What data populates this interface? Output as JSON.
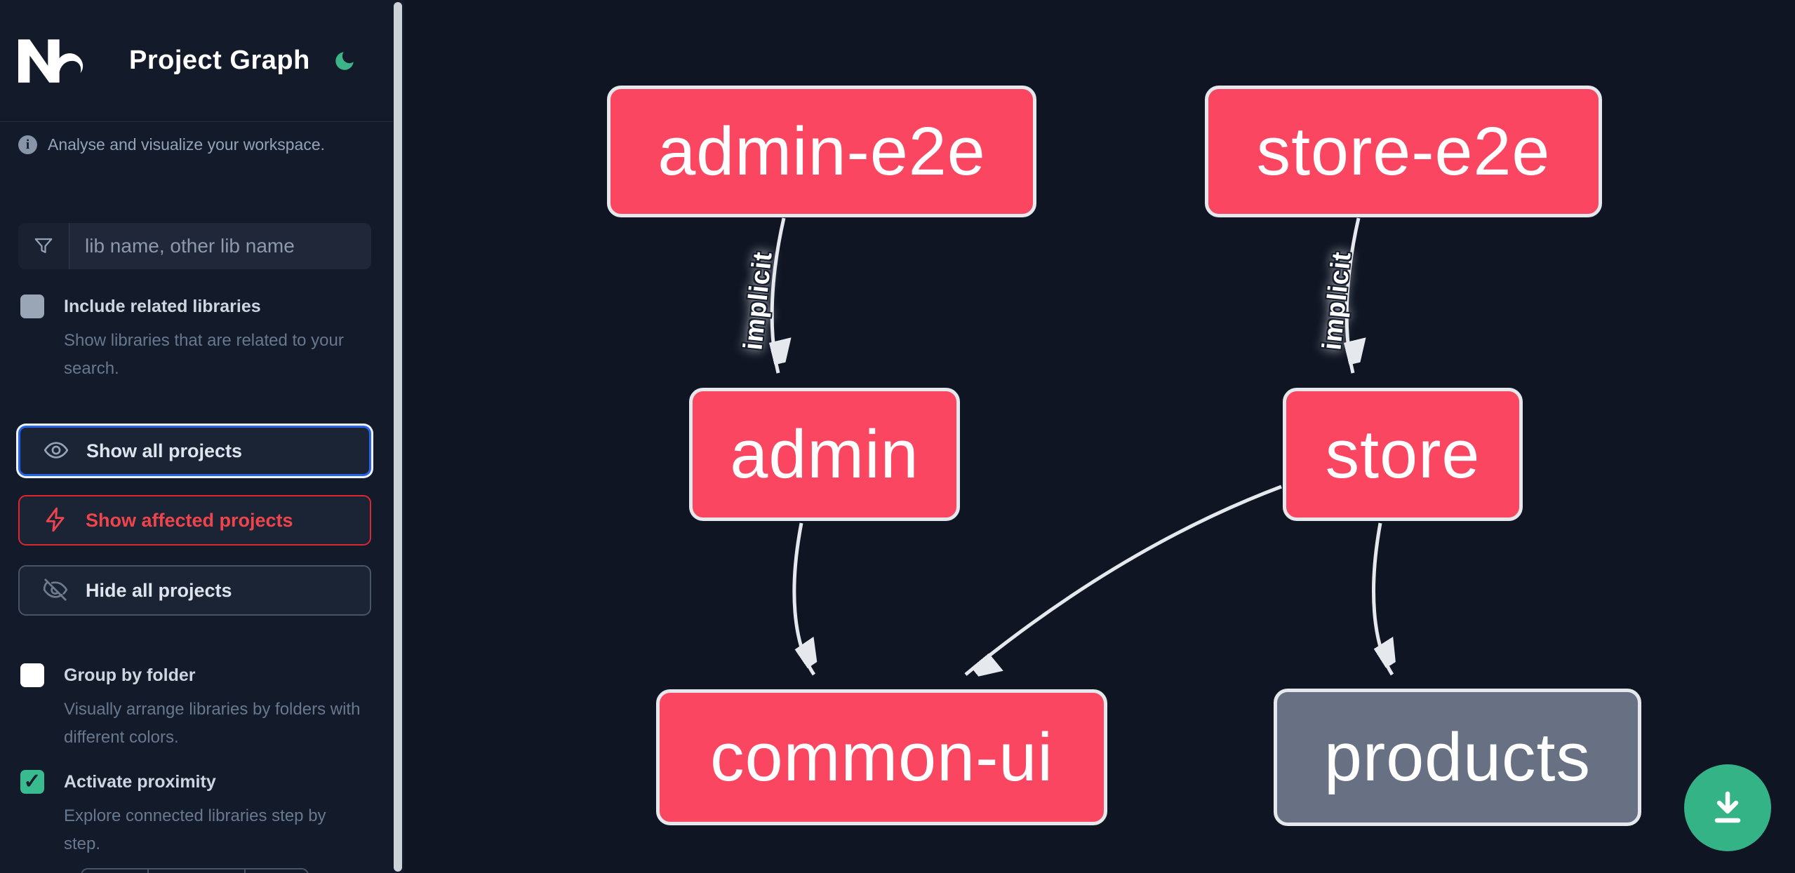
{
  "app": {
    "title": "Project Graph"
  },
  "sidebar": {
    "tagline": "Analyse and visualize your workspace.",
    "search": {
      "placeholder": "lib name, other lib name"
    },
    "actions": [
      {
        "label": "Show all projects",
        "icon": "eye-icon",
        "state": "focused"
      },
      {
        "label": "Show affected projects",
        "icon": "bolt-icon",
        "state": "danger"
      },
      {
        "label": "Hide all projects",
        "icon": "eye-off-icon",
        "state": "default"
      }
    ],
    "toggles": [
      {
        "label": "Include related libraries",
        "description": "Show libraries that are related to your search.",
        "checked": false
      },
      {
        "label": "Group by folder",
        "description": "Visually arrange libraries by folders with different colors.",
        "checked": false
      },
      {
        "label": "Activate proximity",
        "description": "Explore connected libraries step by step.",
        "checked": true
      }
    ]
  },
  "graph": {
    "nodes": [
      {
        "label": "admin-e2e",
        "state": "affected"
      },
      {
        "label": "store-e2e",
        "state": "affected"
      },
      {
        "label": "admin",
        "state": "affected"
      },
      {
        "label": "store",
        "state": "affected"
      },
      {
        "label": "common-ui",
        "state": "affected"
      },
      {
        "label": "products",
        "state": "not-affected"
      }
    ],
    "edges": [
      {
        "from": "admin-e2e",
        "to": "admin",
        "label": "implicit"
      },
      {
        "from": "store-e2e",
        "to": "store",
        "label": "implicit"
      },
      {
        "from": "admin",
        "to": "common-ui",
        "label": ""
      },
      {
        "from": "store",
        "to": "common-ui",
        "label": ""
      },
      {
        "from": "store",
        "to": "products",
        "label": ""
      }
    ]
  },
  "fab": {
    "icon": "download-icon"
  },
  "colors": {
    "canvas_bg": "#0f1523",
    "sidebar_bg": "#131a29",
    "affected_node": "#fa4660",
    "plain_node": "#687183",
    "edge": "#e5e8ec",
    "accent_green": "#34b386",
    "focus_blue": "#2563eb",
    "danger_red": "#ef3d47"
  }
}
